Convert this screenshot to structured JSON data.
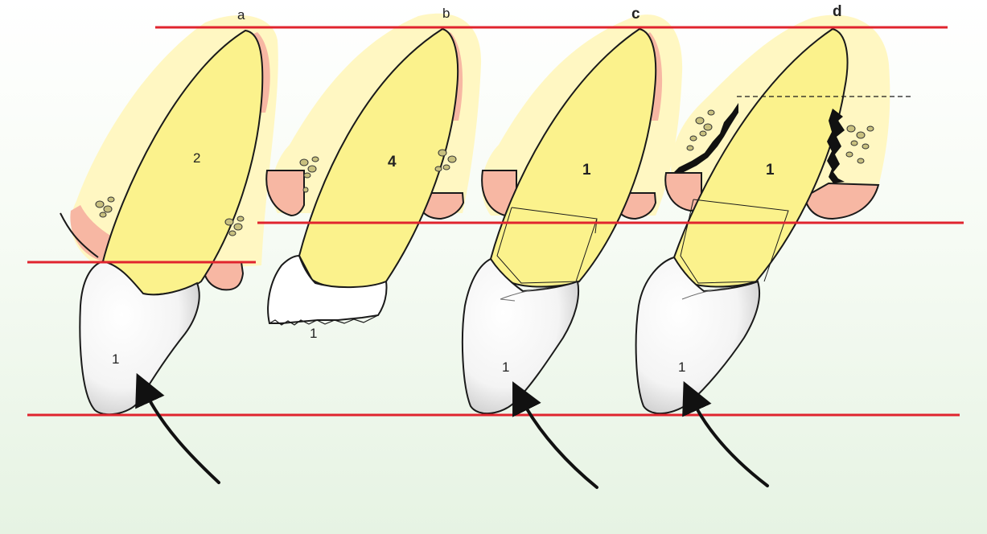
{
  "figure": {
    "panels": [
      {
        "letter": "a",
        "root_number": "2",
        "crown_number": "1"
      },
      {
        "letter": "b",
        "root_number": "4",
        "crown_number": "1"
      },
      {
        "letter": "c",
        "root_number": "1",
        "crown_number": "1"
      },
      {
        "letter": "d",
        "root_number": "1",
        "crown_number": "1"
      }
    ]
  },
  "colors": {
    "reference_line": "#e0242e",
    "bone": "#fff7c2",
    "periosteum": "#f7b7a3",
    "root": "#fbf28c",
    "crown": "#ffffff",
    "outline": "#1a1a1a",
    "granules": "#c8c07f"
  }
}
